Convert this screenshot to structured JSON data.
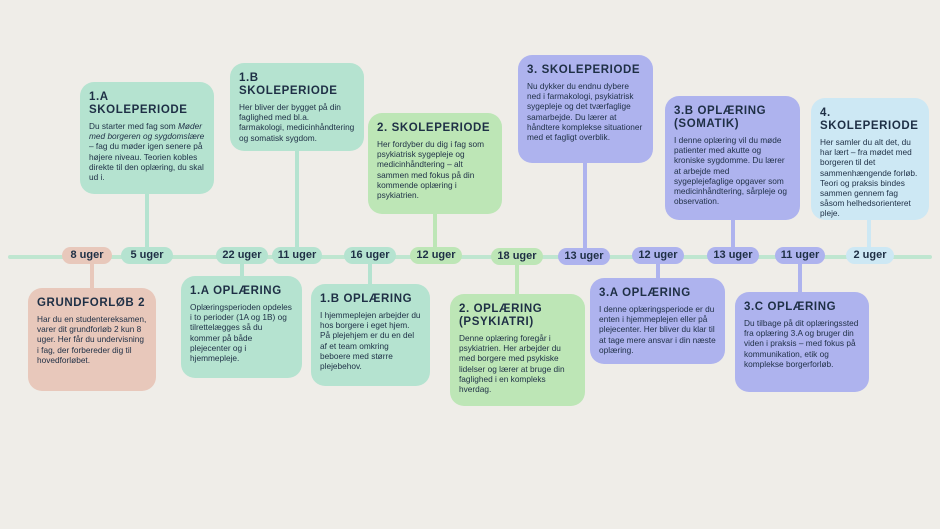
{
  "colors": {
    "background": "#efede8",
    "timeline": "#bfe6d0",
    "peach": "#e8c8bb",
    "green_light": "#b5e3d0",
    "green_mid": "#bde6b6",
    "purple": "#aeb3ee",
    "blue_light": "#cde8f4",
    "text": "#1e2f45"
  },
  "durations": [
    "8 uger",
    "5 uger",
    "22 uger",
    "11 uger",
    "16 uger",
    "12 uger",
    "18 uger",
    "13 uger",
    "12 uger",
    "13 uger",
    "11 uger",
    "2 uger"
  ],
  "cards": {
    "grundforlob": {
      "title": "GRUNDFORLØB 2",
      "text": "Har du en studentereksamen, varer dit grundforløb 2 kun 8 uger. Her får du undervisning i fag, der forbereder dig til hovedforløbet."
    },
    "skole_1a": {
      "title": "1.A SKOLEPERIODE",
      "text_before": "Du starter med fag som ",
      "text_italic": "Møder med borgeren og sygdomslære",
      "text_after": " – fag du møder igen senere på højere niveau. Teorien kobles direkte til den oplæring, du skal ud i."
    },
    "oplaering_1a": {
      "title": "1.A OPLÆRING",
      "text": "Oplæringsperioden opdeles i to perioder (1A og 1B) og tilrettelægges så du kommer på både plejecenter og i hjemmepleje."
    },
    "skole_1b": {
      "title": "1.B SKOLEPERIODE",
      "text": "Her bliver der bygget på din faglighed med bl.a. farmakologi, medicinhåndtering og somatisk sygdom."
    },
    "oplaering_1b": {
      "title": "1.B OPLÆRING",
      "text": "I hjemmeplejen arbejder du hos borgere i eget hjem. På plejehjem er du en del af et team omkring beboere med større plejebehov."
    },
    "skole_2": {
      "title": "2. SKOLEPERIODE",
      "text": "Her fordyber du dig i fag som psykiatrisk sygepleje og medicinhåndtering – alt sammen med fokus på din kommende oplæring i psykiatrien."
    },
    "oplaering_2": {
      "title": "2. OPLÆRING (PSYKIATRI)",
      "text": "Denne oplæring foregår i psykiatrien. Her arbejder du med borgere med psykiske lidelser og lærer at bruge din faglighed i en kompleks hverdag."
    },
    "skole_3": {
      "title": "3. SKOLEPERIODE",
      "text": "Nu dykker du endnu dybere ned i farmakologi, psykiatrisk sygepleje og det tværfaglige samarbejde. Du lærer at håndtere komplekse situationer med et fagligt overblik."
    },
    "oplaering_3a": {
      "title": "3.A OPLÆRING",
      "text": "I denne oplæringsperiode er du enten i hjemmeplejen eller på plejecenter. Her bliver du klar til at tage mere ansvar i din næste oplæring."
    },
    "oplaering_3b": {
      "title": "3.B OPLÆRING (SOMATIK)",
      "text": "I denne oplæring vil du møde patienter med akutte og kroniske sygdomme. Du lærer at arbejde med sygeplejefaglige opgaver som medicinhåndtering, sårpleje og observation."
    },
    "oplaering_3c": {
      "title": "3.C OPLÆRING",
      "text": "Du tilbage på dit oplæringssted fra oplæring 3.A og bruger din viden i praksis – med fokus på kommunikation, etik og komplekse borgerforløb."
    },
    "skole_4": {
      "title": "4. SKOLEPERIODE",
      "text": "Her samler du alt det, du har lært – fra mødet med borgeren til det sammenhængende forløb. Teori og praksis bindes sammen gennem fag såsom helhedsorienteret pleje."
    }
  }
}
